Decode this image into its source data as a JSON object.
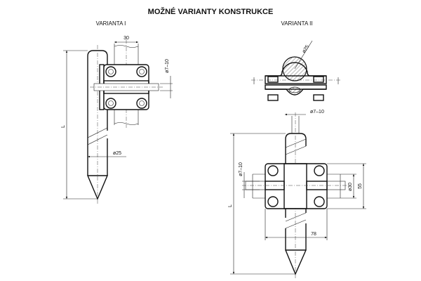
{
  "title": "MOŽNÉ VARIANTY KONSTRUKCE",
  "variant1": {
    "label": "VARIANTA I",
    "dim_width": "30",
    "dim_wire": "ø7–10",
    "dim_rod": "ø25",
    "dim_length": "L"
  },
  "variant2": {
    "label": "VARIANTA II",
    "dim_rod_top": "ø25",
    "dim_wire_top": "ø7–10",
    "dim_wire_side": "ø7–10",
    "dim_pipe": "ø30",
    "dim_height": "55",
    "dim_width": "78",
    "dim_length": "L"
  }
}
